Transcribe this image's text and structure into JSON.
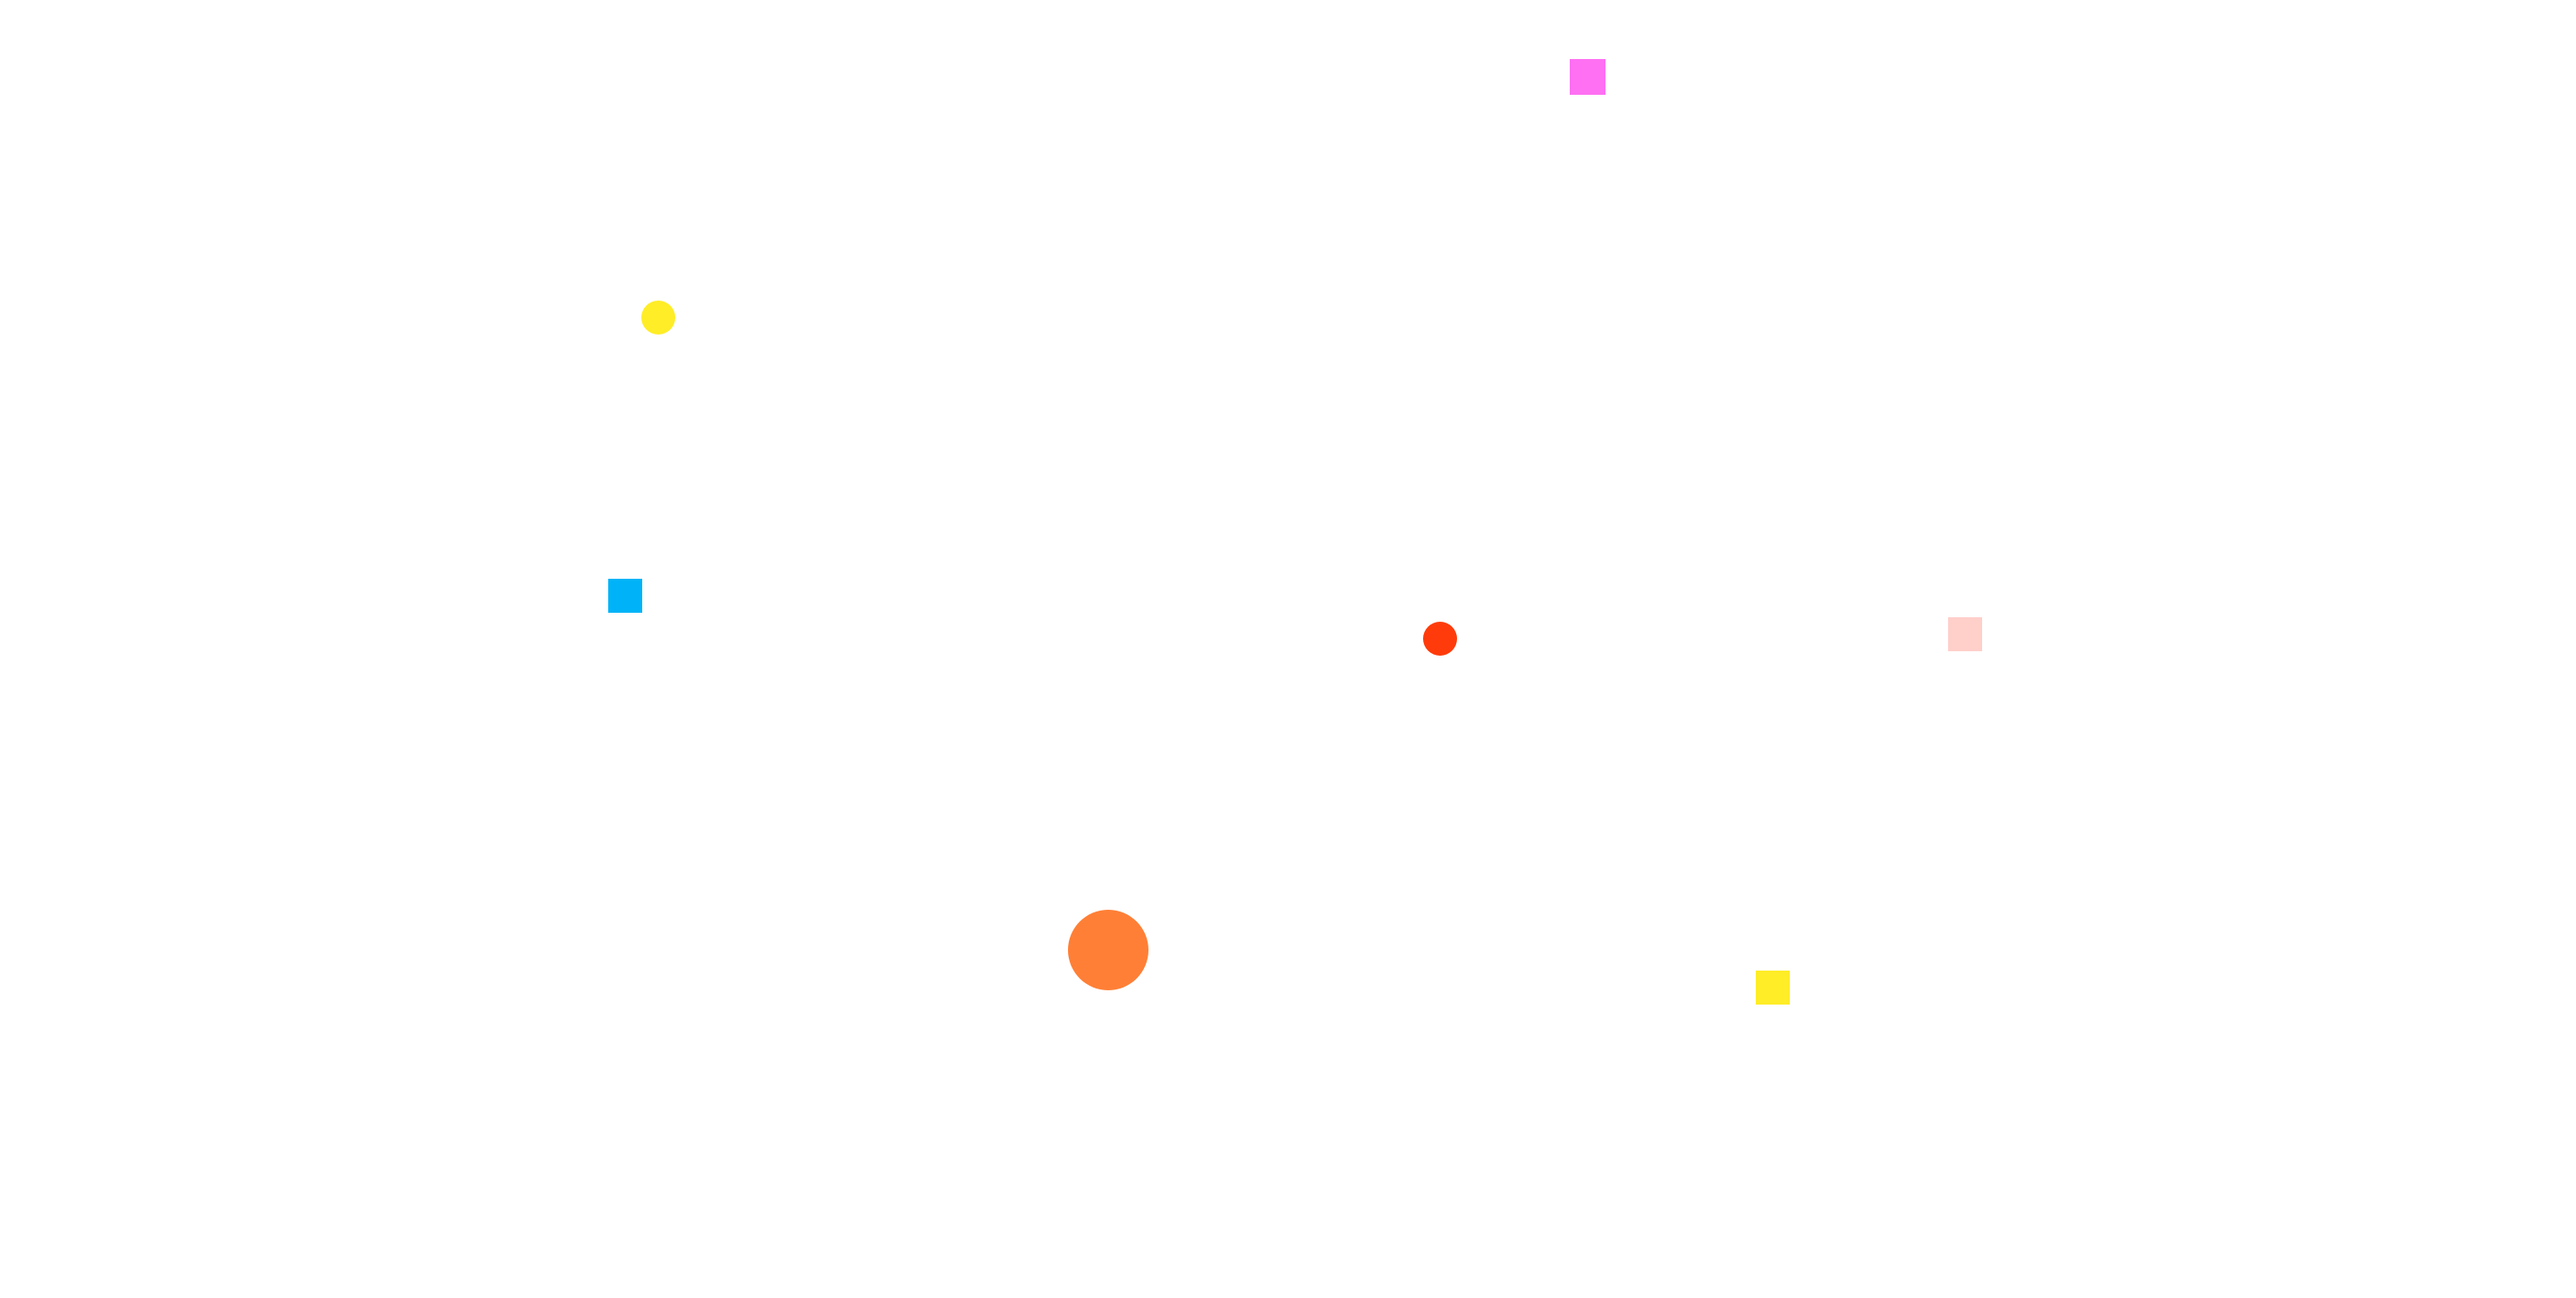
{
  "scene": {
    "background": "#ffffff",
    "shapes": [
      {
        "name": "magenta-square",
        "kind": "square",
        "color": "#ff70f3"
      },
      {
        "name": "yellow-circle-small",
        "kind": "circle",
        "color": "#ffed27"
      },
      {
        "name": "blue-square",
        "kind": "square",
        "color": "#00b3f8"
      },
      {
        "name": "red-circle",
        "kind": "circle",
        "color": "#ff3b0b"
      },
      {
        "name": "pink-square",
        "kind": "square",
        "color": "#ffcfca"
      },
      {
        "name": "orange-circle-large",
        "kind": "circle",
        "color": "#ff7f36"
      },
      {
        "name": "yellow-square",
        "kind": "square",
        "color": "#ffed27"
      }
    ]
  }
}
